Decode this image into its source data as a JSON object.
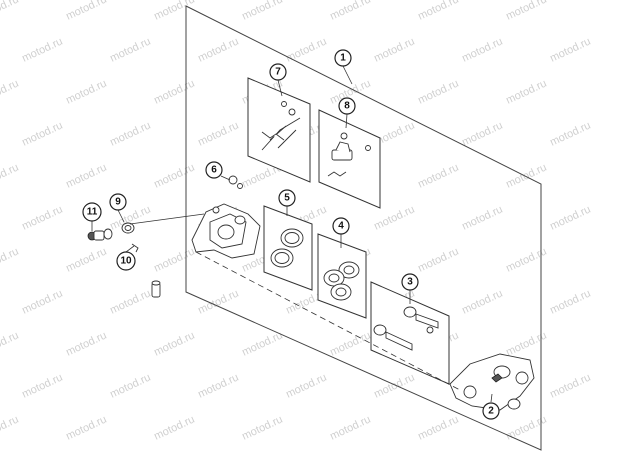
{
  "watermark": {
    "text": "motod.ru"
  },
  "callouts": [
    {
      "id": "callout-1",
      "label": "1"
    },
    {
      "id": "callout-2",
      "label": "2"
    },
    {
      "id": "callout-3",
      "label": "3"
    },
    {
      "id": "callout-4",
      "label": "4"
    },
    {
      "id": "callout-5",
      "label": "5"
    },
    {
      "id": "callout-6",
      "label": "6"
    },
    {
      "id": "callout-7",
      "label": "7"
    },
    {
      "id": "callout-8",
      "label": "8"
    },
    {
      "id": "callout-9",
      "label": "9"
    },
    {
      "id": "callout-10",
      "label": "10"
    },
    {
      "id": "callout-11",
      "label": "11"
    }
  ]
}
